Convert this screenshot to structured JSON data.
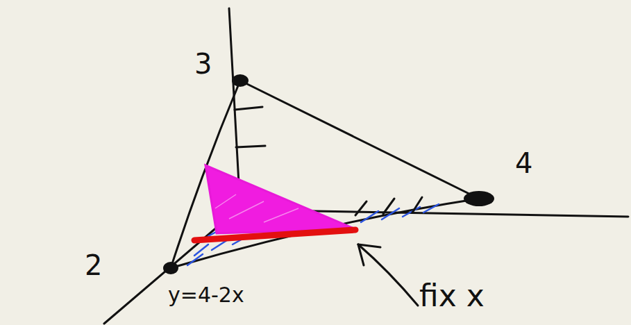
{
  "diagram": {
    "labels": [
      "3",
      "4",
      "2",
      "y=4-2x",
      "fix x"
    ]
  }
}
